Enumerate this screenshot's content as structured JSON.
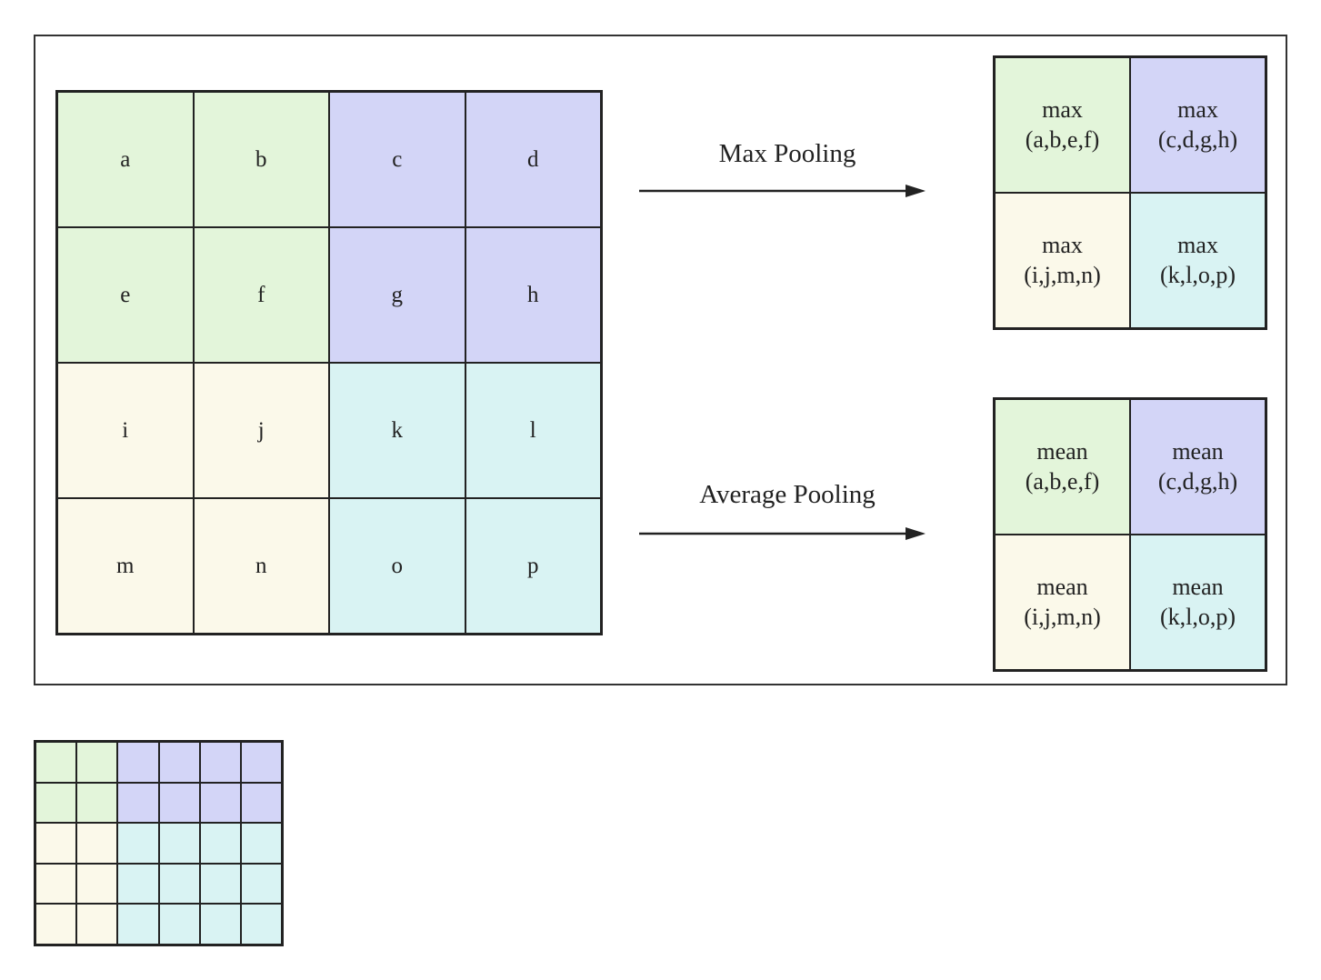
{
  "input_grid": {
    "cells": [
      {
        "label": "a",
        "group": "q-green"
      },
      {
        "label": "b",
        "group": "q-green"
      },
      {
        "label": "c",
        "group": "q-purple"
      },
      {
        "label": "d",
        "group": "q-purple"
      },
      {
        "label": "e",
        "group": "q-green"
      },
      {
        "label": "f",
        "group": "q-green"
      },
      {
        "label": "g",
        "group": "q-purple"
      },
      {
        "label": "h",
        "group": "q-purple"
      },
      {
        "label": "i",
        "group": "q-yellow"
      },
      {
        "label": "j",
        "group": "q-yellow"
      },
      {
        "label": "k",
        "group": "q-cyan"
      },
      {
        "label": "l",
        "group": "q-cyan"
      },
      {
        "label": "m",
        "group": "q-yellow"
      },
      {
        "label": "n",
        "group": "q-yellow"
      },
      {
        "label": "o",
        "group": "q-cyan"
      },
      {
        "label": "p",
        "group": "q-cyan"
      }
    ]
  },
  "max_pooling": {
    "label": "Max Pooling",
    "cells": [
      {
        "label": "max\n(a,b,e,f)",
        "group": "q-green"
      },
      {
        "label": "max\n(c,d,g,h)",
        "group": "q-purple"
      },
      {
        "label": "max\n(i,j,m,n)",
        "group": "q-yellow"
      },
      {
        "label": "max\n(k,l,o,p)",
        "group": "q-cyan"
      }
    ]
  },
  "average_pooling": {
    "label": "Average Pooling",
    "cells": [
      {
        "label": "mean\n(a,b,e,f)",
        "group": "q-green"
      },
      {
        "label": "mean\n(c,d,g,h)",
        "group": "q-purple"
      },
      {
        "label": "mean\n(i,j,m,n)",
        "group": "q-yellow"
      },
      {
        "label": "mean\n(k,l,o,p)",
        "group": "q-cyan"
      }
    ]
  },
  "mini_grid": {
    "rows": [
      [
        "q-green",
        "q-green",
        "q-purple",
        "q-purple",
        "q-purple",
        "q-purple"
      ],
      [
        "q-green",
        "q-green",
        "q-purple",
        "q-purple",
        "q-purple",
        "q-purple"
      ],
      [
        "q-yellow",
        "q-yellow",
        "q-cyan",
        "q-cyan",
        "q-cyan",
        "q-cyan"
      ],
      [
        "q-yellow",
        "q-yellow",
        "q-cyan",
        "q-cyan",
        "q-cyan",
        "q-cyan"
      ],
      [
        "q-yellow",
        "q-yellow",
        "q-cyan",
        "q-cyan",
        "q-cyan",
        "q-cyan"
      ]
    ]
  },
  "colors": {
    "q-green": "#e3f5da",
    "q-purple": "#d3d5f7",
    "q-yellow": "#fbf9ea",
    "q-cyan": "#d9f3f3",
    "stroke": "#222222"
  }
}
